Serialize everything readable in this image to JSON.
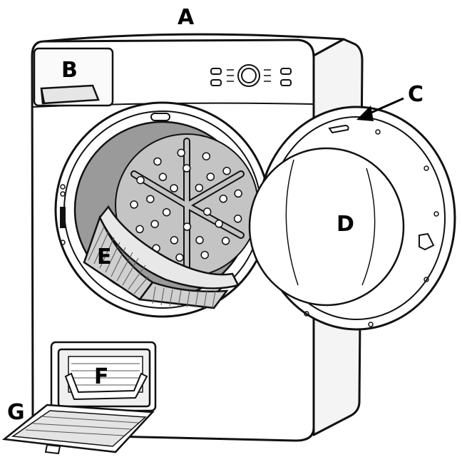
{
  "labels": {
    "a": "A",
    "b": "B",
    "c": "C",
    "d": "D",
    "e": "E",
    "f": "F",
    "g": "G"
  },
  "colors": {
    "outline": "#111111",
    "body": "#ffffff",
    "drum_shadow": "#9a9a9a",
    "drum_back": "#c4c4c4"
  }
}
